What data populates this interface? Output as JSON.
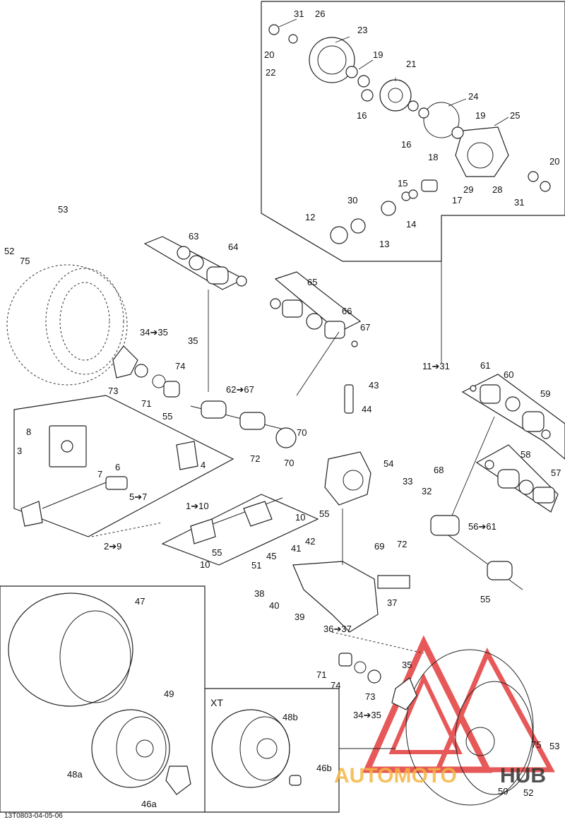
{
  "diagram_code": "13T0803-04-05-06",
  "variant_label": "XT",
  "watermark": {
    "text_a": "AUTOMOTO",
    "text_b": "HUB",
    "color_a": "#f5b642",
    "color_b": "#333333",
    "triangle_color": "#e33b3b"
  },
  "labels": [
    {
      "id": "l31a",
      "text": "31"
    },
    {
      "id": "l26",
      "text": "26"
    },
    {
      "id": "l23",
      "text": "23"
    },
    {
      "id": "l20a",
      "text": "20"
    },
    {
      "id": "l19a",
      "text": "19"
    },
    {
      "id": "l22",
      "text": "22"
    },
    {
      "id": "l21",
      "text": "21"
    },
    {
      "id": "l16a",
      "text": "16"
    },
    {
      "id": "l24",
      "text": "24"
    },
    {
      "id": "l19b",
      "text": "19"
    },
    {
      "id": "l25",
      "text": "25"
    },
    {
      "id": "l16b",
      "text": "16"
    },
    {
      "id": "l18",
      "text": "18"
    },
    {
      "id": "l20b",
      "text": "20"
    },
    {
      "id": "l15",
      "text": "15"
    },
    {
      "id": "l29",
      "text": "29"
    },
    {
      "id": "l28",
      "text": "28"
    },
    {
      "id": "l30",
      "text": "30"
    },
    {
      "id": "l17",
      "text": "17"
    },
    {
      "id": "l31b",
      "text": "31"
    },
    {
      "id": "l12",
      "text": "12"
    },
    {
      "id": "l14",
      "text": "14"
    },
    {
      "id": "l13",
      "text": "13"
    },
    {
      "id": "l53a",
      "text": "53"
    },
    {
      "id": "l52a",
      "text": "52"
    },
    {
      "id": "l75a",
      "text": "75"
    },
    {
      "id": "l63",
      "text": "63"
    },
    {
      "id": "l64",
      "text": "64"
    },
    {
      "id": "l65",
      "text": "65"
    },
    {
      "id": "l66",
      "text": "66"
    },
    {
      "id": "l67",
      "text": "67"
    },
    {
      "id": "l3435a",
      "text": "34➔35"
    },
    {
      "id": "l35a",
      "text": "35"
    },
    {
      "id": "l74a",
      "text": "74"
    },
    {
      "id": "l73a",
      "text": "73"
    },
    {
      "id": "l71a",
      "text": "71"
    },
    {
      "id": "l55a",
      "text": "55"
    },
    {
      "id": "l6267",
      "text": "62➔67"
    },
    {
      "id": "l43",
      "text": "43"
    },
    {
      "id": "l44",
      "text": "44"
    },
    {
      "id": "l1131",
      "text": "11➔31"
    },
    {
      "id": "l61",
      "text": "61"
    },
    {
      "id": "l60",
      "text": "60"
    },
    {
      "id": "l59",
      "text": "59"
    },
    {
      "id": "l8",
      "text": "8"
    },
    {
      "id": "l3",
      "text": "3"
    },
    {
      "id": "l4",
      "text": "4"
    },
    {
      "id": "l7",
      "text": "7"
    },
    {
      "id": "l6",
      "text": "6"
    },
    {
      "id": "l57",
      "text": "5➔7"
    },
    {
      "id": "l70a",
      "text": "70"
    },
    {
      "id": "l72a",
      "text": "72"
    },
    {
      "id": "l70b",
      "text": "70"
    },
    {
      "id": "l54",
      "text": "54"
    },
    {
      "id": "l68",
      "text": "68"
    },
    {
      "id": "l58",
      "text": "58"
    },
    {
      "id": "l57b",
      "text": "57"
    },
    {
      "id": "l33",
      "text": "33"
    },
    {
      "id": "l32",
      "text": "32"
    },
    {
      "id": "l110",
      "text": "1➔10"
    },
    {
      "id": "l10a",
      "text": "10"
    },
    {
      "id": "l55b",
      "text": "55"
    },
    {
      "id": "l72b",
      "text": "72"
    },
    {
      "id": "l5661",
      "text": "56➔61"
    },
    {
      "id": "l29b",
      "text": "2➔9"
    },
    {
      "id": "l10b",
      "text": "10"
    },
    {
      "id": "l55c",
      "text": "55"
    },
    {
      "id": "l45",
      "text": "45"
    },
    {
      "id": "l41",
      "text": "41"
    },
    {
      "id": "l42",
      "text": "42"
    },
    {
      "id": "l51",
      "text": "51"
    },
    {
      "id": "l69",
      "text": "69"
    },
    {
      "id": "l38",
      "text": "38"
    },
    {
      "id": "l40",
      "text": "40"
    },
    {
      "id": "l39",
      "text": "39"
    },
    {
      "id": "l37",
      "text": "37"
    },
    {
      "id": "l3637",
      "text": "36➔37"
    },
    {
      "id": "l55d",
      "text": "55"
    },
    {
      "id": "l47",
      "text": "47"
    },
    {
      "id": "l49",
      "text": "49"
    },
    {
      "id": "l48b",
      "text": "48b"
    },
    {
      "id": "l48a",
      "text": "48a"
    },
    {
      "id": "l46b",
      "text": "46b"
    },
    {
      "id": "l46a",
      "text": "46a"
    },
    {
      "id": "l35b",
      "text": "35"
    },
    {
      "id": "l71b",
      "text": "71"
    },
    {
      "id": "l74b",
      "text": "74"
    },
    {
      "id": "l73b",
      "text": "73"
    },
    {
      "id": "l3435b",
      "text": "34➔35"
    },
    {
      "id": "l75b",
      "text": "75"
    },
    {
      "id": "l53b",
      "text": "53"
    },
    {
      "id": "l50",
      "text": "50"
    },
    {
      "id": "l52b",
      "text": "52"
    }
  ]
}
